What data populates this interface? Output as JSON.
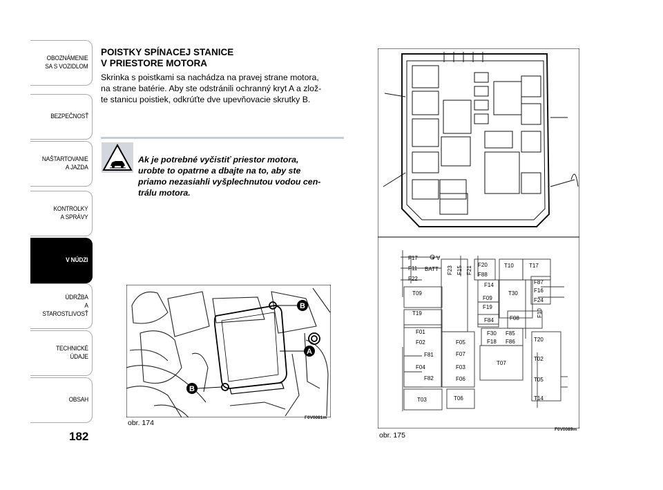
{
  "sidebar": {
    "tabs": [
      {
        "label": "OBOZNÁMENIE\nSA S VOZIDLOM",
        "active": false
      },
      {
        "label": "BEZPEČNOSŤ",
        "active": false
      },
      {
        "label": "NAŠTARTOVANIE\nA JAZDA",
        "active": false
      },
      {
        "label": "KONTROLKY\nA SPRÁVY",
        "active": false
      },
      {
        "label": "V NÚDZI",
        "active": true
      },
      {
        "label": "ÚDRŽBA\nA STAROSTLIVOSŤ",
        "active": false
      },
      {
        "label": "TECHNICKÉ\nÚDAJE",
        "active": false
      },
      {
        "label": "OBSAH",
        "active": false
      }
    ]
  },
  "page_number": "182",
  "section": {
    "heading": "POISTKY SPÍNACEJ STANICE\nV PRIESTORE MOTORA",
    "body": "Skrinka s poistkami sa nachádza na pravej strane motora,\nna strane batérie. Aby ste odstránili ochranný kryt A a zlož-\nte stanicu poistiek, odkrúťte dve upevňovacie skrutky B."
  },
  "warning": {
    "text": "Ak je potrebné vyčistiť priestor motora,\nurobte to opatrne a dbajte na to, aby ste\npriamo nezasiahli vyšplechnutou vodou cen-\ntrálu motora."
  },
  "figure_174": {
    "caption": "obr. 174",
    "code": "F0V0081m",
    "callouts": [
      "B",
      "A",
      "B"
    ]
  },
  "figure_175": {
    "caption": "obr. 175",
    "code": "F0V0089m",
    "labels": {
      "F17": "F17",
      "plusV": "+ V",
      "F11": "F11",
      "BATT": "BATT",
      "F22": "F22",
      "F23": "F23",
      "F15": "F15",
      "F21": "F21",
      "F20": "F20",
      "F88": "F88",
      "T10": "T10",
      "T17": "T17",
      "F14": "F14",
      "T30": "T30",
      "F87": "F87",
      "F16": "F16",
      "F24": "F24",
      "F10": "F10",
      "T09": "T09",
      "F09": "F09",
      "F19": "F19",
      "T19": "T19",
      "F84": "F84",
      "F08": "F08",
      "F01": "F01",
      "F30": "F30",
      "F85": "F85",
      "F02": "F02",
      "F18": "F18",
      "F86": "F86",
      "T20": "T20",
      "F05": "F05",
      "F81": "F81",
      "F07": "F07",
      "T02": "T02",
      "T07": "T07",
      "F04": "F04",
      "F03": "F03",
      "F82": "F82",
      "F06": "F06",
      "T05": "T05",
      "T03": "T03",
      "T06": "T06",
      "T14": "T14"
    }
  },
  "colors": {
    "active_tab": "#000000",
    "rule": "#c7cdd6",
    "figure_line": "#1a1a1a"
  }
}
